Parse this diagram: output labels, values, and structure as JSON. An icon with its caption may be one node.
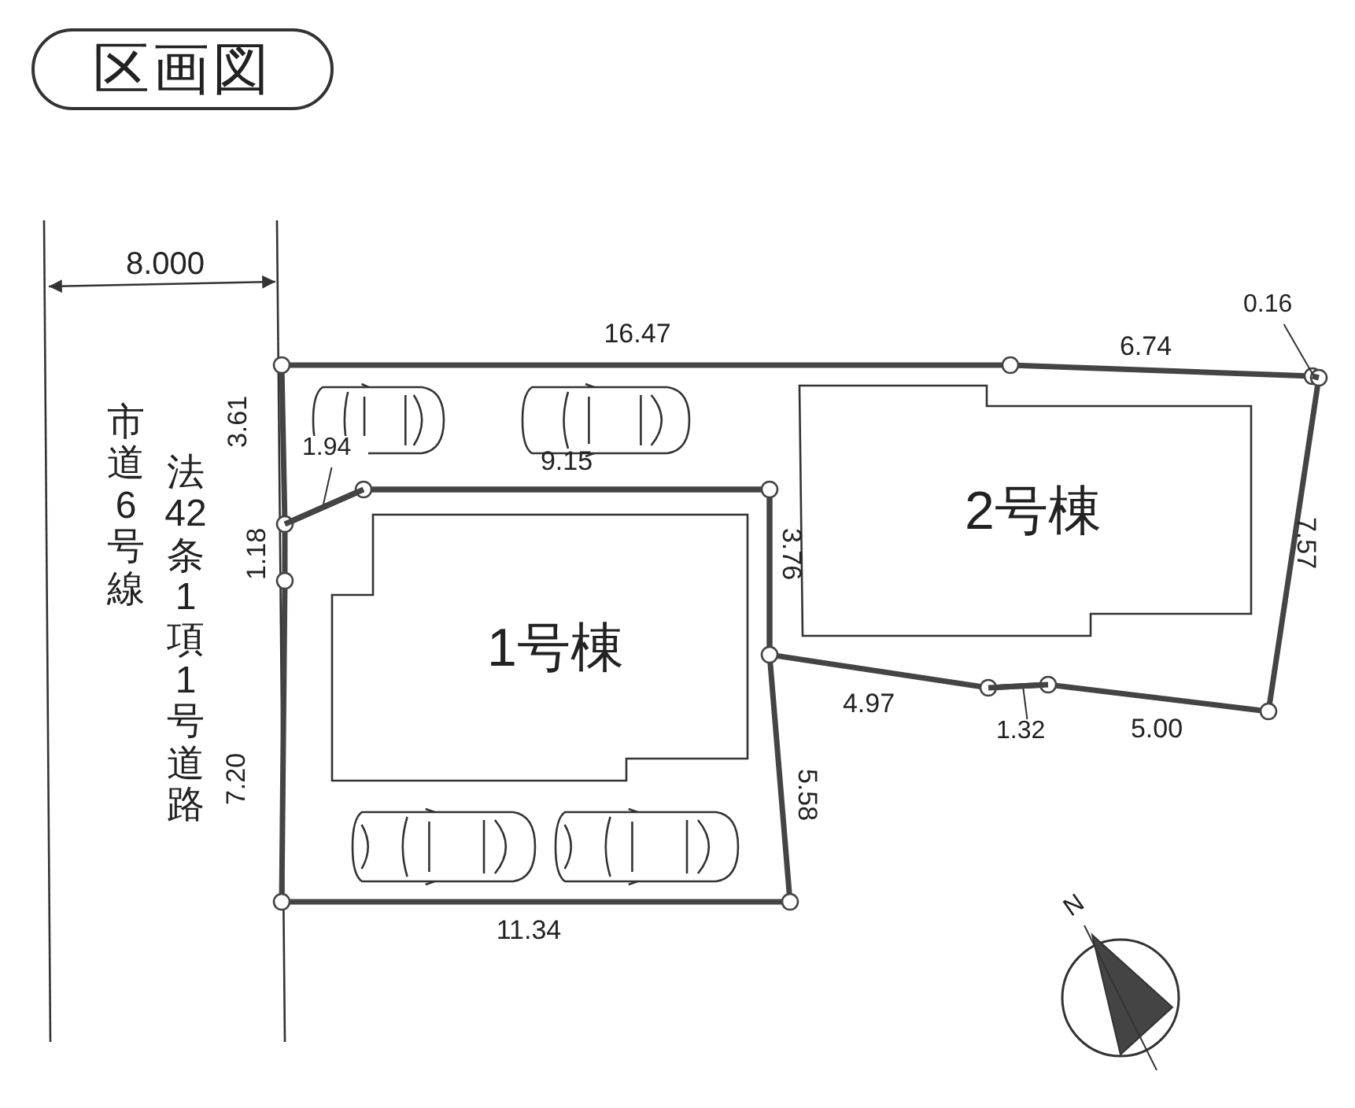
{
  "diagram": {
    "title": "区画図",
    "nodes": [
      {
        "text": [
          "1号棟"
        ]
      },
      {
        "text": [
          "2号棟"
        ]
      },
      {
        "text": [
          "1.94"
        ]
      },
      {
        "text": [
          "0.16"
        ]
      },
      {
        "text": [
          "1.32"
        ]
      },
      {
        "text": [],
        "shape": "line"
      },
      {
        "text": [],
        "shape": "line"
      },
      {
        "text": [],
        "shape": "line"
      }
    ],
    "edges": [
      {
        "from": 2,
        "to": 5,
        "arrow": "none"
      },
      {
        "from": 3,
        "to": 6,
        "arrow": "none"
      },
      {
        "from": 4,
        "to": 7,
        "arrow": "none"
      }
    ],
    "labels": [
      "8.000",
      "16.47",
      "6.74",
      "3.61",
      "9.15",
      "市道6号線",
      "法42条1項1号道路",
      "1.18",
      "3.76",
      "7.57",
      "4.97",
      "5.00",
      "7.20",
      "5.58",
      "11.34",
      "N"
    ]
  }
}
